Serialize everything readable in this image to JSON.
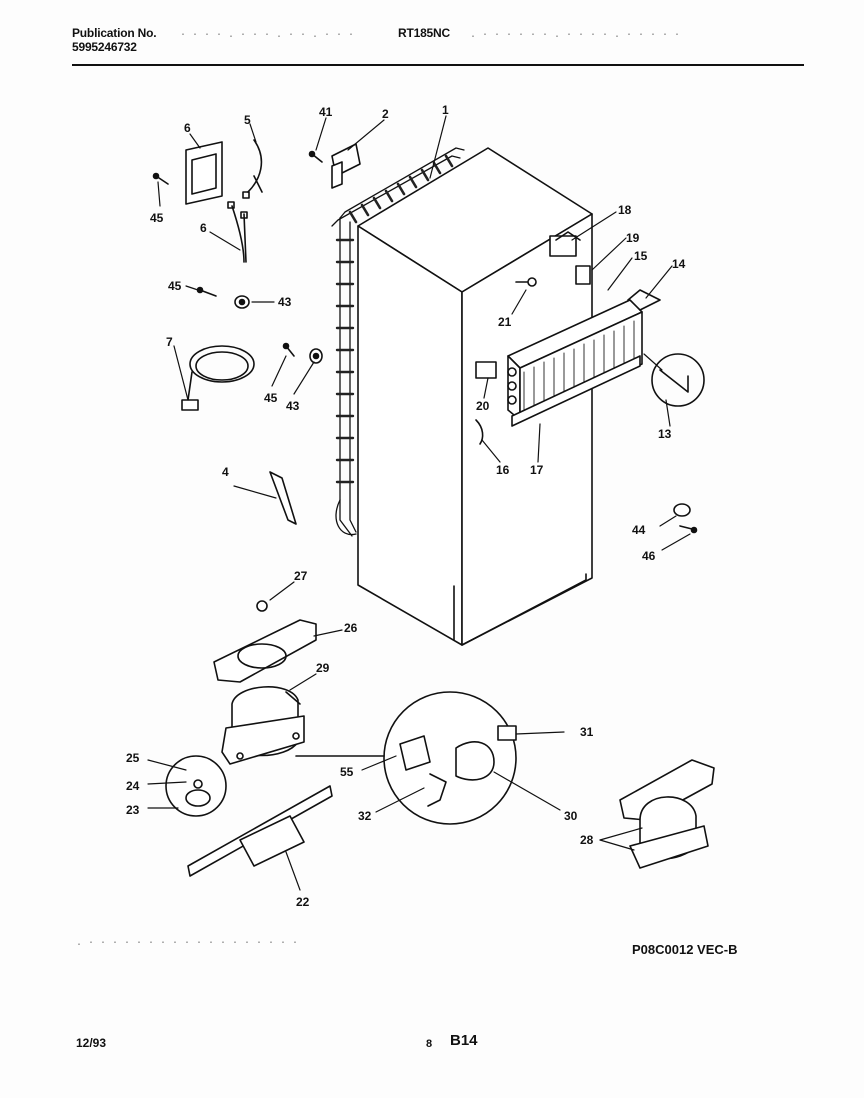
{
  "header": {
    "publication_label": "Publication No.",
    "publication_number": "5995246732",
    "model": "RT185NC"
  },
  "footer": {
    "date": "12/93",
    "page": "8",
    "sheet": "B14",
    "figure_code": "P08C0012 VEC-B"
  },
  "callouts": [
    "1",
    "2",
    "41",
    "5",
    "6",
    "45",
    "6",
    "45",
    "43",
    "7",
    "45",
    "43",
    "4",
    "27",
    "26",
    "29",
    "25",
    "24",
    "23",
    "22",
    "55",
    "32",
    "31",
    "30",
    "28",
    "18",
    "19",
    "15",
    "14",
    "21",
    "20",
    "13",
    "16",
    "17",
    "44",
    "46"
  ]
}
